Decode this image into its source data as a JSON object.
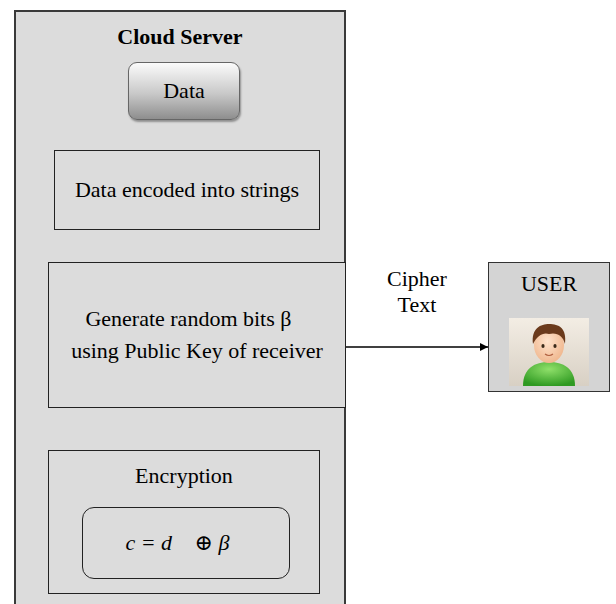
{
  "diagram": {
    "nodes": [
      {
        "text": [
          "Cloud Server"
        ]
      },
      {
        "text": [
          "Data"
        ],
        "in": 0
      },
      {
        "text": [
          "Data encoded into strings"
        ],
        "in": 0
      },
      {
        "text": [
          "Generate random bits β⃗ using Public Key of receiver"
        ],
        "in": 0
      },
      {
        "text": [
          "Encryption"
        ],
        "in": 0
      },
      {
        "text": [
          "c = d⃗ ⊕ β⃗"
        ],
        "in": 4
      },
      {
        "text": [
          "USER"
        ]
      }
    ],
    "edges": [
      {
        "from": 1,
        "to": 2,
        "arrow": "to"
      },
      {
        "from": 2,
        "to": 3,
        "arrow": "to"
      },
      {
        "from": 3,
        "to": 4,
        "arrow": "to"
      },
      {
        "from": 3,
        "to": 6,
        "label": "Cipher Text",
        "arrow": "to"
      }
    ]
  }
}
